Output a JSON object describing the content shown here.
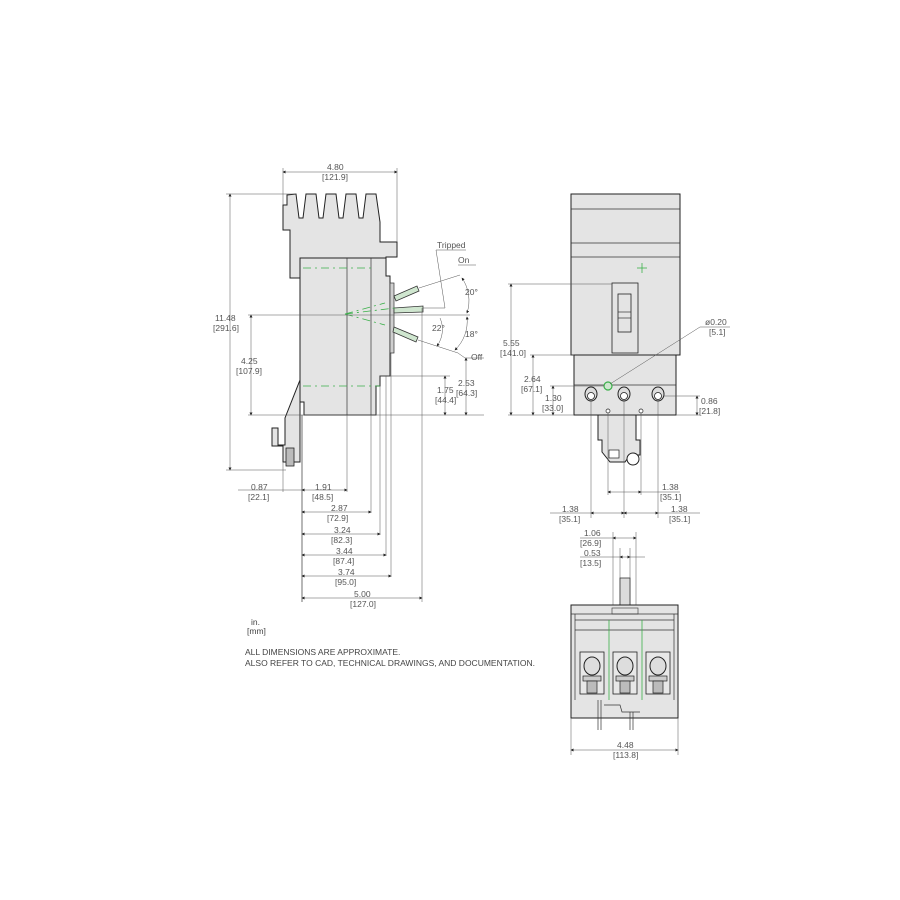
{
  "drawing": {
    "subject": "Molded case circuit breaker dimension drawing",
    "units_legend": {
      "primary": "in.",
      "secondary": "[mm]"
    },
    "notes": [
      "ALL DIMENSIONS ARE APPROXIMATE.",
      "ALSO REFER TO CAD, TECHNICAL DRAWINGS, AND DOCUMENTATION."
    ],
    "side_view": {
      "overall_width": {
        "in": "4.80",
        "mm": "[121.9]"
      },
      "overall_height": {
        "in": "11.48",
        "mm": "[291.6]"
      },
      "handle_center_height": {
        "in": "4.25",
        "mm": "[107.9]"
      },
      "handle_positions": {
        "tripped": "Tripped",
        "on": "On",
        "off": "Off"
      },
      "angles": {
        "on": "20°",
        "tripped": "22°",
        "off": "18°"
      },
      "right_heights": [
        {
          "in": "1.75",
          "mm": "[44.4]"
        },
        {
          "in": "2.53",
          "mm": "[64.3]"
        }
      ],
      "bottom_offset": {
        "in": "0.87",
        "mm": "[22.1]"
      },
      "depths": [
        {
          "in": "1.91",
          "mm": "[48.5]"
        },
        {
          "in": "2.87",
          "mm": "[72.9]"
        },
        {
          "in": "3.24",
          "mm": "[82.3]"
        },
        {
          "in": "3.44",
          "mm": "[87.4]"
        },
        {
          "in": "3.74",
          "mm": "[95.0]"
        },
        {
          "in": "5.00",
          "mm": "[127.0]"
        }
      ]
    },
    "front_view": {
      "handle_height": {
        "in": "5.55",
        "mm": "[141.0]"
      },
      "mount_height": {
        "in": "2.64",
        "mm": "[67.1]"
      },
      "hole_height": {
        "in": "1.30",
        "mm": "[33.0]"
      },
      "hole_diameter": {
        "in": "ø0.20",
        "mm": "[5.1]"
      },
      "terminal_height": {
        "in": "0.86",
        "mm": "[21.8]"
      },
      "pole_spacing": [
        {
          "in": "1.38",
          "mm": "[35.1]"
        },
        {
          "in": "1.38",
          "mm": "[35.1]"
        },
        {
          "in": "1.38",
          "mm": "[35.1]"
        }
      ],
      "handle_width": {
        "in": "1.06",
        "mm": "[26.9]"
      },
      "handle_half": {
        "in": "0.53",
        "mm": "[13.5]"
      }
    },
    "bottom_view": {
      "overall_width": {
        "in": "4.48",
        "mm": "[113.8]"
      }
    }
  }
}
